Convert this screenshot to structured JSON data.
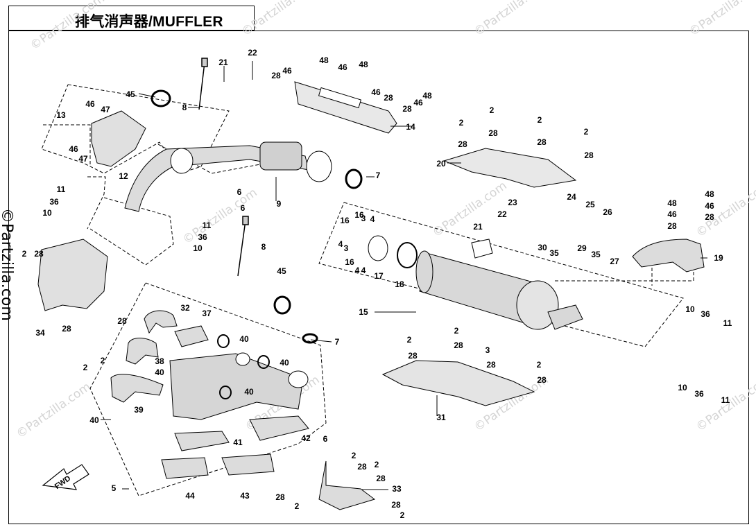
{
  "title": "排气消声器/MUFFLER",
  "watermark": "©Partzilla.com",
  "side_watermark": "©Partzilla.com",
  "fwd_label": "FWD",
  "callouts": {
    "c2a": "2",
    "c2b": "2",
    "c2c": "2",
    "c2d": "2",
    "c2e": "2",
    "c2f": "2",
    "c2g": "2",
    "c2h": "2",
    "c2i": "2",
    "c2j": "2",
    "c2k": "2",
    "c2l": "2",
    "c2m": "2",
    "c3a": "3",
    "c3b": "3",
    "c4a": "4",
    "c4b": "4",
    "c4c": "4",
    "c4d": "4",
    "c5": "5",
    "c6a": "6",
    "c6b": "6",
    "c6c": "6",
    "c7a": "7",
    "c7b": "7",
    "c8a": "8",
    "c8b": "8",
    "c9": "9",
    "c10a": "10",
    "c10b": "10",
    "c10c": "10",
    "c10d": "10",
    "c11a": "11",
    "c11b": "11",
    "c11c": "11",
    "c11d": "11",
    "c12": "12",
    "c13": "13",
    "c14": "14",
    "c15": "15",
    "c16a": "16",
    "c16b": "16",
    "c16c": "16",
    "c17": "17",
    "c18": "18",
    "c19": "19",
    "c20": "20",
    "c21a": "21",
    "c21b": "21",
    "c22a": "22",
    "c22b": "22",
    "c23": "23",
    "c24": "24",
    "c25": "25",
    "c26": "26",
    "c27": "27",
    "c28a": "28",
    "c28b": "28",
    "c28c": "28",
    "c28d": "28",
    "c28e": "28",
    "c28f": "28",
    "c28g": "28",
    "c28h": "28",
    "c28i": "28",
    "c28j": "28",
    "c28k": "28",
    "c28l": "28",
    "c28m": "28",
    "c28n": "28",
    "c28o": "28",
    "c28p": "28",
    "c28q": "28",
    "c28r": "28",
    "c28s": "28",
    "c29": "29",
    "c30": "30",
    "c31": "31",
    "c32": "32",
    "c33": "33",
    "c34": "34",
    "c35a": "35",
    "c35b": "35",
    "c36a": "36",
    "c36b": "36",
    "c36c": "36",
    "c36d": "36",
    "c37": "37",
    "c38": "38",
    "c39": "39",
    "c40a": "40",
    "c40b": "40",
    "c40c": "40",
    "c40d": "40",
    "c40e": "40",
    "c41": "41",
    "c42": "42",
    "c43": "43",
    "c44": "44",
    "c45a": "45",
    "c45b": "45",
    "c46a": "46",
    "c46b": "46",
    "c46c": "46",
    "c46d": "46",
    "c46e": "46",
    "c46f": "46",
    "c46g": "46",
    "c46h": "46",
    "c47a": "47",
    "c47b": "47",
    "c48a": "48",
    "c48b": "48",
    "c48c": "48",
    "c48d": "48",
    "c48e": "48"
  }
}
